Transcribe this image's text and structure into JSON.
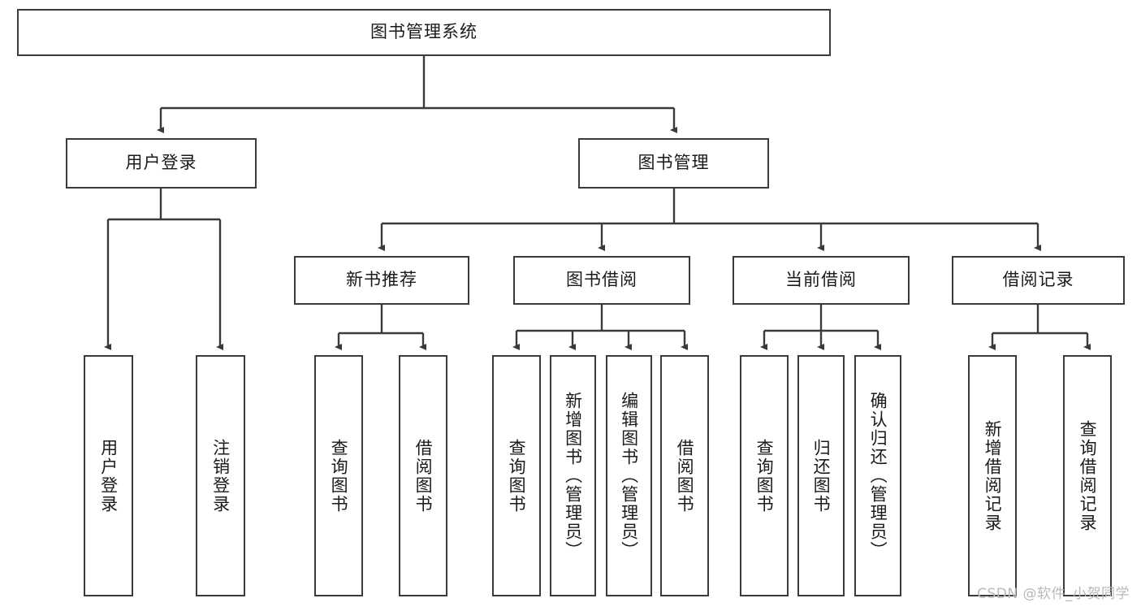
{
  "diagram": {
    "title": "图书管理系统",
    "type": "tree-hierarchy-diagram",
    "colors": {
      "box_border": "#3a3a3a",
      "box_fill": "#ffffff",
      "edge": "#3a3a3a",
      "text": "#1a1a1a",
      "watermark": "#b9b9b9",
      "background": "#ffffff"
    },
    "root": {
      "label": "图书管理系统"
    },
    "level2": [
      {
        "id": "user-login",
        "label": "用户登录"
      },
      {
        "id": "book-management",
        "label": "图书管理"
      }
    ],
    "level3": [
      {
        "id": "new-book-recommend",
        "label": "新书推荐",
        "parent": "book-management"
      },
      {
        "id": "book-borrow",
        "label": "图书借阅",
        "parent": "book-management"
      },
      {
        "id": "current-borrow",
        "label": "当前借阅",
        "parent": "book-management"
      },
      {
        "id": "borrow-record",
        "label": "借阅记录",
        "parent": "book-management"
      }
    ],
    "leaves": [
      {
        "id": "leaf-user-login",
        "label": "用户登录",
        "parent": "user-login"
      },
      {
        "id": "leaf-user-logout",
        "label": "注销登录",
        "parent": "user-login"
      },
      {
        "id": "leaf-query-book-1",
        "label": "查询图书",
        "parent": "new-book-recommend"
      },
      {
        "id": "leaf-borrow-book-1",
        "label": "借阅图书",
        "parent": "new-book-recommend"
      },
      {
        "id": "leaf-query-book-2",
        "label": "查询图书",
        "parent": "book-borrow"
      },
      {
        "id": "leaf-add-book",
        "label": "新增图书（管理员）",
        "parent": "book-borrow"
      },
      {
        "id": "leaf-edit-book",
        "label": "编辑图书（管理员）",
        "parent": "book-borrow"
      },
      {
        "id": "leaf-borrow-book-2",
        "label": "借阅图书",
        "parent": "book-borrow"
      },
      {
        "id": "leaf-query-book-3",
        "label": "查询图书",
        "parent": "current-borrow"
      },
      {
        "id": "leaf-return-book",
        "label": "归还图书",
        "parent": "current-borrow"
      },
      {
        "id": "leaf-confirm-return",
        "label": "确认归还（管理员）",
        "parent": "current-borrow"
      },
      {
        "id": "leaf-add-record",
        "label": "新增借阅记录",
        "parent": "borrow-record"
      },
      {
        "id": "leaf-query-record",
        "label": "查询借阅记录",
        "parent": "borrow-record"
      }
    ],
    "watermark": "CSDN @软件_小贺同学"
  }
}
